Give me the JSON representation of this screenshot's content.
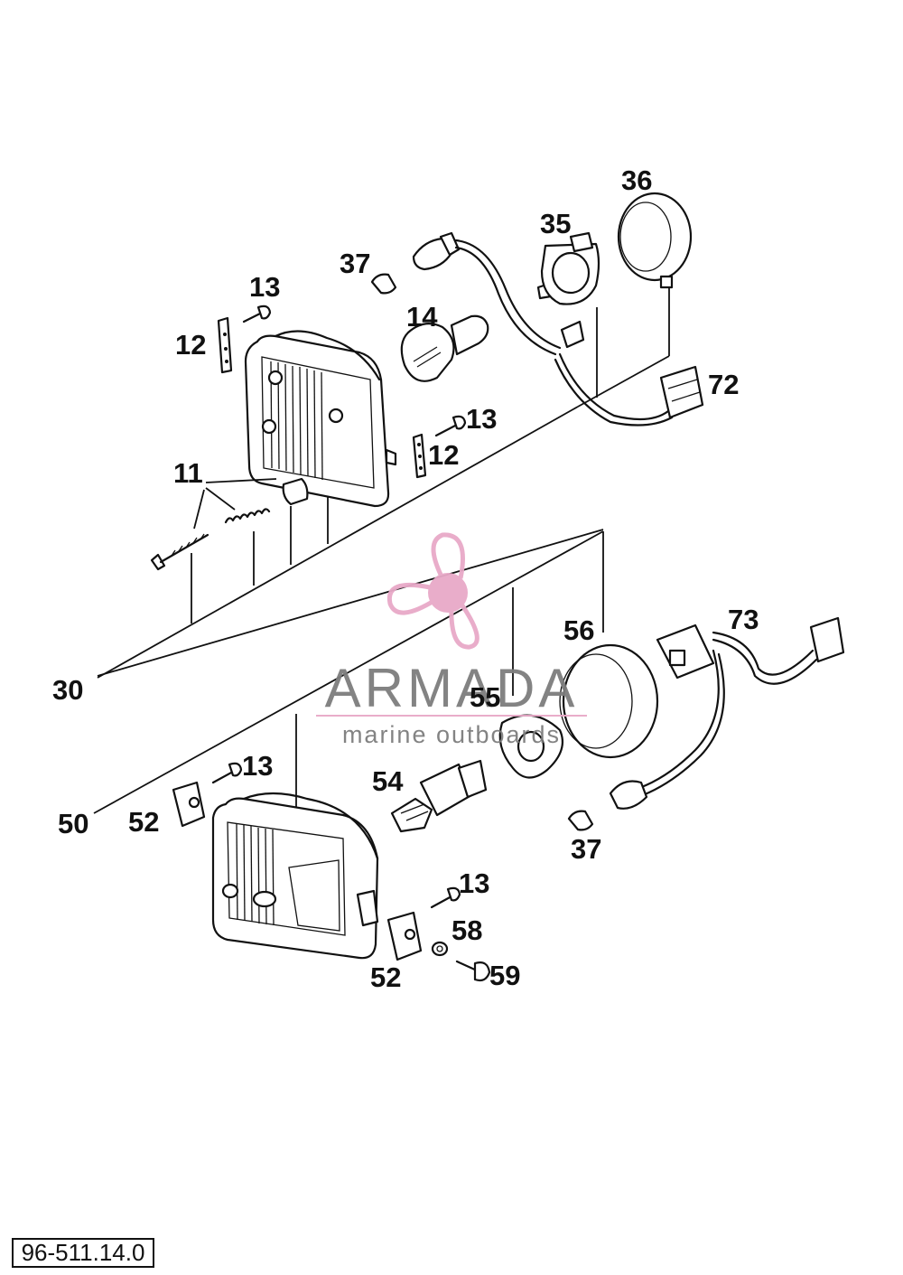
{
  "diagram": {
    "labels": {
      "l11": "11",
      "l12a": "12",
      "l12b": "12",
      "l13a": "13",
      "l13b": "13",
      "l13c": "13",
      "l13d": "13",
      "l14": "14",
      "l30": "30",
      "l35": "35",
      "l36": "36",
      "l37a": "37",
      "l37b": "37",
      "l50": "50",
      "l52a": "52",
      "l52b": "52",
      "l54": "54",
      "l55": "55",
      "l56": "56",
      "l58": "58",
      "l59": "59",
      "l72": "72",
      "l73": "73"
    },
    "reference": "96-511.14.0"
  },
  "watermark": {
    "brand": "ARMADA",
    "tagline": "marine outboards",
    "logo_icon": "propeller-icon",
    "colors": {
      "logo": "#e8a9c8",
      "text": "#7d7d7d"
    }
  }
}
